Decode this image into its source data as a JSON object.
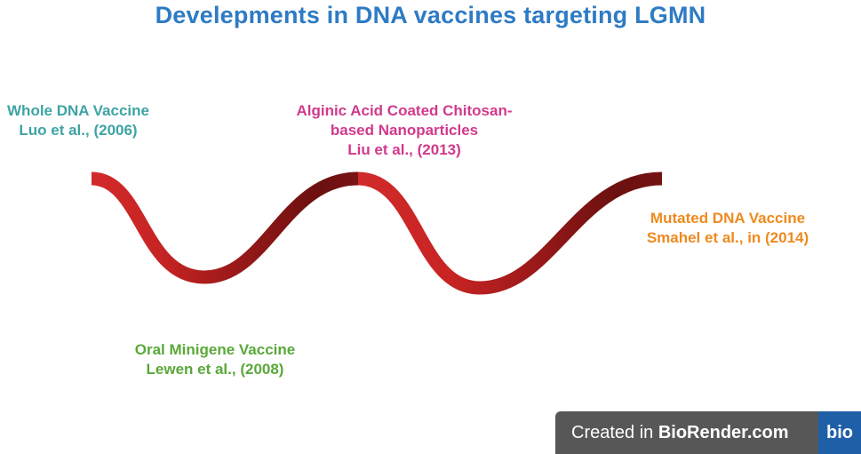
{
  "title": "Develepments in DNA vaccines targeting LGMN",
  "milestones": [
    {
      "lines": [
        "Whole DNA Vaccine",
        "Luo et al., (2006)"
      ],
      "color": "#3fa3a3"
    },
    {
      "lines": [
        "Oral Minigene Vaccine",
        "Lewen et al., (2008)"
      ],
      "color": "#5aa83a"
    },
    {
      "lines": [
        "Alginic Acid Coated Chitosan-",
        "based Nanoparticles",
        "Liu et al., (2013)"
      ],
      "color": "#d13a8c"
    },
    {
      "lines": [
        "Mutated DNA Vaccine",
        "Smahel et al., in (2014)"
      ],
      "color": "#ee8a1f"
    }
  ],
  "ribbon": {
    "color_light": "#d12a2a",
    "color_dark": "#6b1010"
  },
  "badge": {
    "prefix": "Created in ",
    "brand": "BioRender.com",
    "logo": "bio"
  }
}
